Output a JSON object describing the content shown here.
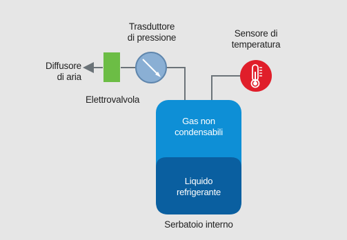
{
  "labels": {
    "transducer": [
      "Trasduttore",
      "di pressione"
    ],
    "temp_sensor": [
      "Sensore di",
      "temperatura"
    ],
    "diffuser": [
      "Diffusore",
      "di aria"
    ],
    "valve": "Elettrovalvola",
    "gas": [
      "Gas non",
      "condensabili"
    ],
    "liquid": [
      "Liquido",
      "refrigerante"
    ],
    "tank": "Serbatoio interno"
  },
  "colors": {
    "background": "#e6e6e6",
    "pipe": "#6b7378",
    "valve": "#6cbd45",
    "transducer": "#8aafd4",
    "sensor": "#e01e2a",
    "tank_gas": "#0e8fd6",
    "tank_liquid": "#0a5fa0",
    "text": "#222222"
  },
  "icons": {
    "transducer": "gauge-needle-icon",
    "sensor": "thermometer-icon",
    "diffuser": "arrow-left-icon"
  }
}
